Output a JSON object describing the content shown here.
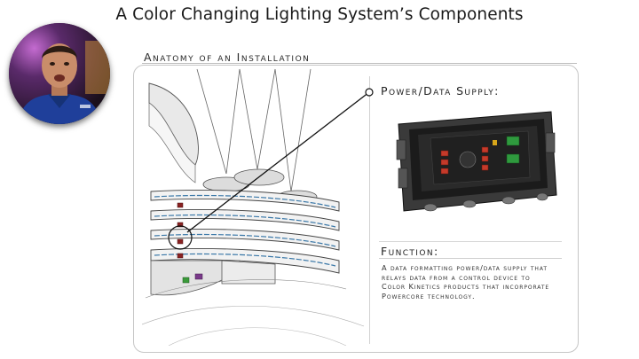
{
  "slide": {
    "title": "A Color Changing Lighting System’s Components"
  },
  "diagram": {
    "section_label": "Anatomy of an Installation",
    "power_heading": "Power/Data Supply:",
    "function_heading": "Function:",
    "function_text": "A data formatting power/data supply that relays data from a control device to Color Kinetics products that incorporate Powercore technology."
  },
  "colors": {
    "accent_red": "#8a2222",
    "device_body": "#2a2a2a",
    "connector_green": "#2f9a3e",
    "connector_red": "#c53a2a"
  },
  "presenter": {
    "icon": "presenter-video"
  }
}
